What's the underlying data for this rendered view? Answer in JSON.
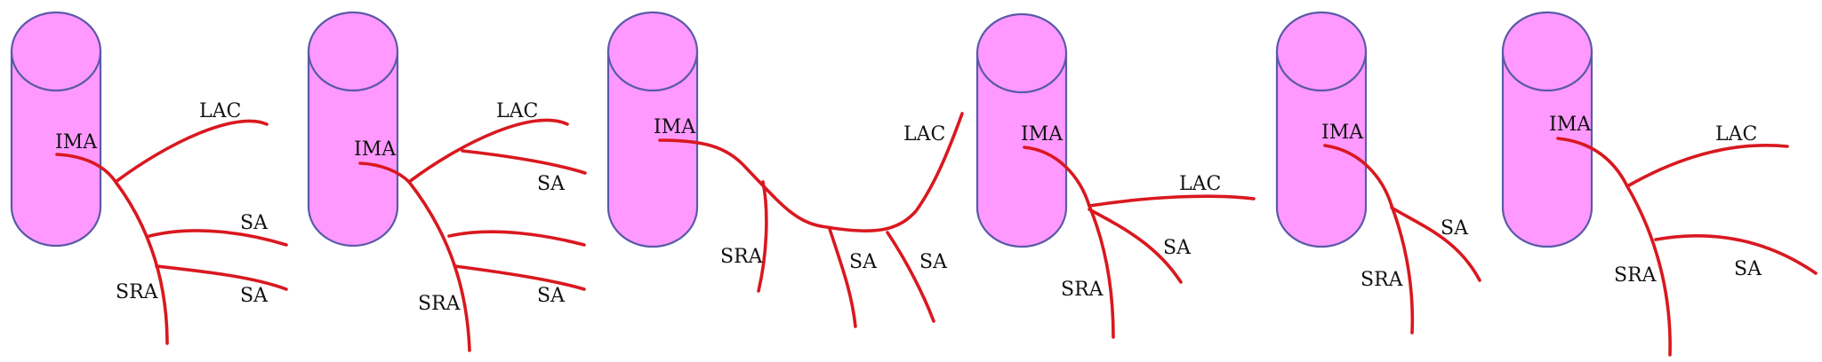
{
  "colors": {
    "cylinder_fill": "#ff99ff",
    "cylinder_stroke": "#5a5aa8",
    "vessel": "#d9181f"
  },
  "panels": [
    {
      "id": "panel-1",
      "labels": {
        "ima": "IMA",
        "lac": "LAC",
        "sa1": "SA",
        "sa2": "SA",
        "sra": "SRA"
      }
    },
    {
      "id": "panel-2",
      "labels": {
        "ima": "IMA",
        "lac": "LAC",
        "sa1": "SA",
        "sa2": "SA",
        "sra": "SRA"
      }
    },
    {
      "id": "panel-3",
      "labels": {
        "ima": "IMA",
        "lac": "LAC",
        "sra": "SRA",
        "sa1": "SA",
        "sa2": "SA"
      }
    },
    {
      "id": "panel-4",
      "labels": {
        "ima": "IMA",
        "lac": "LAC",
        "sa1": "SA",
        "sra": "SRA"
      }
    },
    {
      "id": "panel-5",
      "labels": {
        "ima": "IMA",
        "sa1": "SA",
        "sra": "SRA"
      }
    },
    {
      "id": "panel-6",
      "labels": {
        "ima": "IMA",
        "lac": "LAC",
        "sa1": "SA",
        "sra": "SRA"
      }
    }
  ]
}
